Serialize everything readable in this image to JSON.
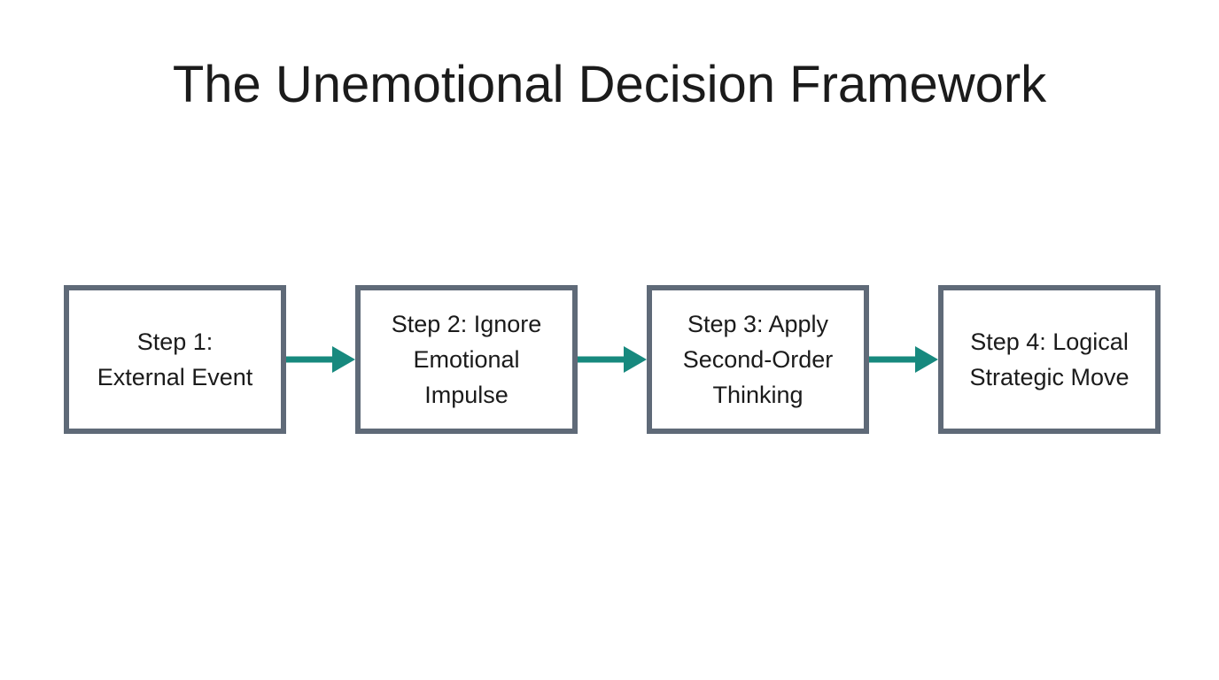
{
  "title": "The Unemotional Decision Framework",
  "colors": {
    "box_border": "#5f6a78",
    "arrow": "#17897e",
    "text": "#1b1b1b",
    "background": "#ffffff"
  },
  "steps": [
    {
      "label": "Step 1: External Event",
      "lines": [
        "Step 1:",
        "External Event",
        ""
      ]
    },
    {
      "label": "Step 2: Ignore Emotional Impulse",
      "lines": [
        "Step 2: Ignore",
        "Emotional",
        "Impulse"
      ]
    },
    {
      "label": "Step 3: Apply Second-Order Thinking",
      "lines": [
        "Step 3: Apply",
        "Second-Order",
        "Thinking"
      ]
    },
    {
      "label": "Step 4: Logical Strategic Move",
      "lines": [
        "Step 4: Logical",
        "Strategic Move",
        ""
      ]
    }
  ],
  "arrows": {
    "count": 3,
    "direction": "right"
  }
}
